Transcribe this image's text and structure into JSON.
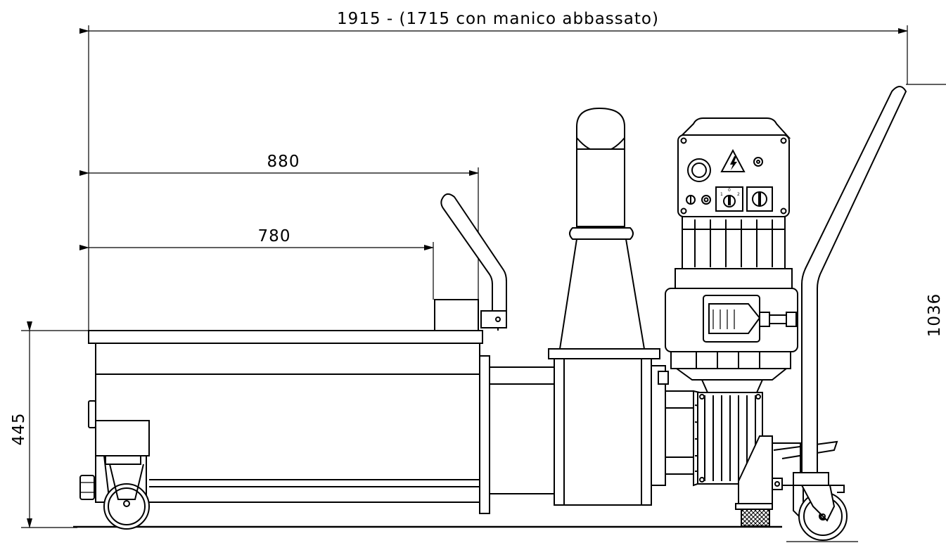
{
  "dimensions": {
    "total_length": "1915 - (1715 con manico abbassato)",
    "hopper_length_outer": "880",
    "hopper_length_inner": "780",
    "total_height": "1036",
    "hopper_height": "445"
  },
  "control_panel": {
    "switch_positions": [
      "1",
      "0",
      "2"
    ]
  }
}
